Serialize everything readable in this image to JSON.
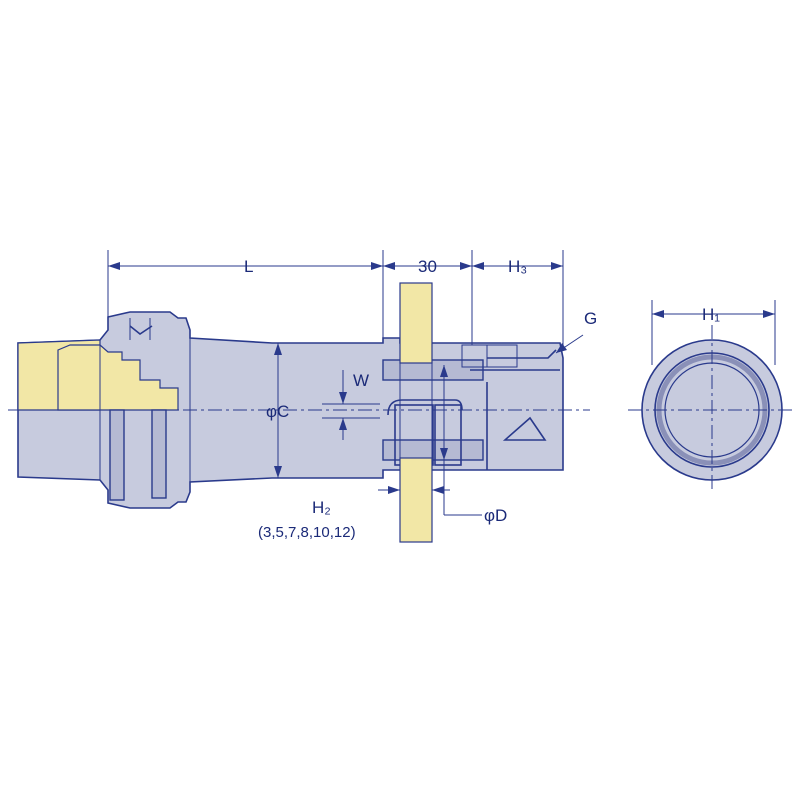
{
  "labels": {
    "L": "L",
    "thirty": "30",
    "H3": "H₃",
    "G": "G",
    "W": "W",
    "phiC": "φC",
    "H2": "H₂",
    "H2_values": "(3,5,7,8,10,12)",
    "phiD": "φD",
    "H1": "H₁"
  },
  "colors": {
    "ink": "#2a3a8c",
    "body": "#c7cbde",
    "cutter_blade": "#f2e7a6",
    "shank_taper": "#f2e7a6"
  }
}
